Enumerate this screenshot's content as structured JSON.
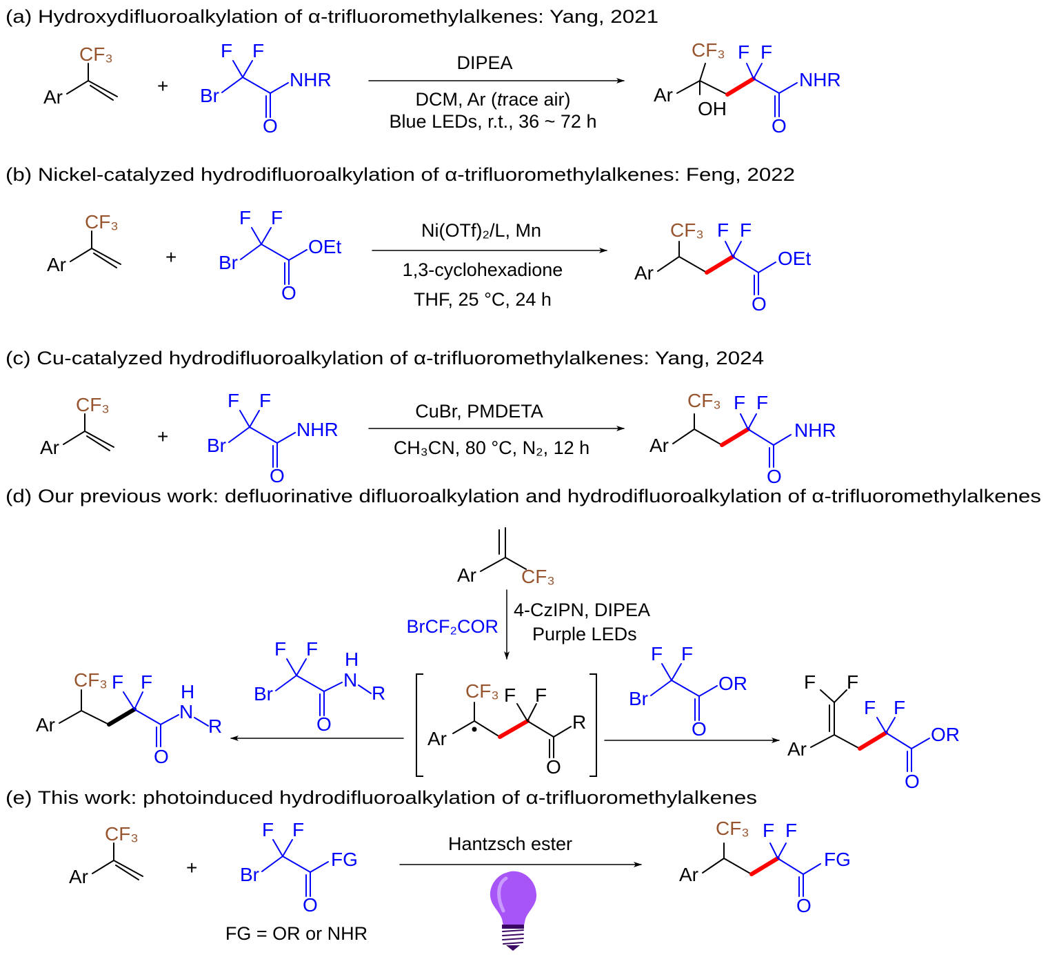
{
  "atoms": {
    "ar": "Ar",
    "cf3": "CF₃",
    "f": "F",
    "br": "Br",
    "o": "O",
    "nhr": "NHR",
    "oet": "OEt",
    "oh": "OH",
    "n": "N",
    "h": "H",
    "r": "R",
    "or": "OR",
    "fg": "FG"
  },
  "plus": "+",
  "colors": {
    "cf3": "#96552E",
    "reagent": "#0000FF",
    "new_bond": "#FF0000",
    "bulb": "#A855F7"
  },
  "scheme_a": {
    "title": "(a) Hydroxydifluoroalkylation of α-trifluoromethylalkenes: Yang, 2021",
    "above": "DIPEA",
    "below1_pre": "DCM, Ar (",
    "below1_italic": "t",
    "below1_post": "race air)",
    "below2": "Blue LEDs, r.t., 36 ~ 72 h"
  },
  "scheme_b": {
    "title": "(b) Nickel-catalyzed hydrodifluoroalkylation of α-trifluoromethylalkenes: Feng, 2022",
    "above": "Ni(OTf)₂/L, Mn",
    "below1": "1,3-cyclohexadione",
    "below2": "THF, 25 °C, 24 h"
  },
  "scheme_c": {
    "title": "(c) Cu-catalyzed hydrodifluoroalkylation of α-trifluoromethylalkenes: Yang, 2024",
    "above": "CuBr, PMDETA",
    "below1": "CH₃CN, 80 °C, N₂, 12 h"
  },
  "scheme_d": {
    "title": "(d) Our previous work: defluorinative difluoroalkylation and hydrodifluoroalkylation of α-trifluoromethylalkenes",
    "catalyst": "4-CzIPN, DIPEA",
    "light": "Purple LEDs",
    "reagent": "BrCF₂COR"
  },
  "scheme_e": {
    "title": "(e) This work: photoinduced hydrodifluoroalkylation of  α-trifluoromethylalkenes",
    "above": "Hantzsch ester",
    "fg_note": "FG = OR or NHR"
  }
}
